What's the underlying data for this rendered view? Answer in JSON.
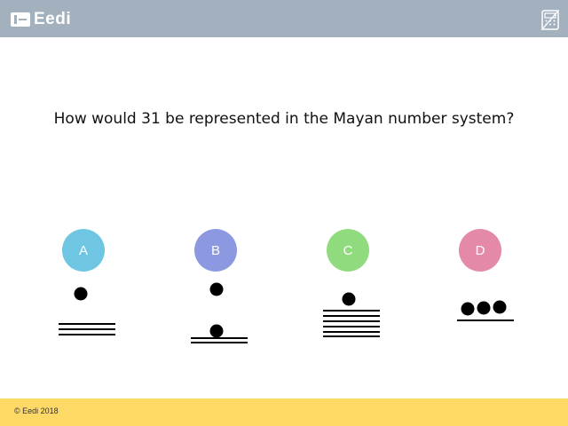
{
  "header": {
    "brand": "Eedi",
    "tool_icon": "calculator-icon",
    "colors": {
      "bar": "#a3b1bf"
    }
  },
  "question": {
    "text": "How would 31 be represented in the Mayan number system?"
  },
  "options": [
    {
      "letter": "A",
      "color": "#6ec6e2",
      "mayan_levels": [
        "1 dot",
        "3 bars"
      ]
    },
    {
      "letter": "B",
      "color": "#8c99e0",
      "mayan_levels": [
        "1 dot",
        "1 dot and 2 bars"
      ]
    },
    {
      "letter": "C",
      "color": "#8fdb7e",
      "mayan_levels": [
        "1 dot",
        "6 bars"
      ]
    },
    {
      "letter": "D",
      "color": "#e48aa8",
      "mayan_levels": [
        "3 dots and 1 bar"
      ]
    }
  ],
  "footer": {
    "copyright": "© Eedi 2018",
    "colors": {
      "bar": "#ffd966"
    }
  }
}
